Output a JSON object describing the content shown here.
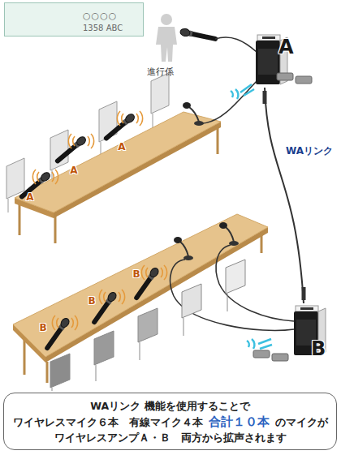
{
  "diagram": {
    "nodes": [
      {
        "text": [
          "○○○○",
          "1358 ABC"
        ]
      },
      {
        "text": [
          "A"
        ]
      },
      {
        "text": [
          "B"
        ]
      },
      {
        "text": [
          "WAリンク 機能を使用することで",
          "ワイヤレスマイク６本　有線マイク４本",
          "合計１０本",
          "のマイクが",
          "ワイヤレスアンプＡ・Ｂ　両方から拡声されます"
        ]
      }
    ],
    "edges": [
      {
        "from": 1,
        "to": 2,
        "label": "WAリンク",
        "arrow": "none"
      }
    ],
    "labels": [
      "進行係",
      "A",
      "A",
      "A",
      "B",
      "B",
      "B"
    ]
  }
}
